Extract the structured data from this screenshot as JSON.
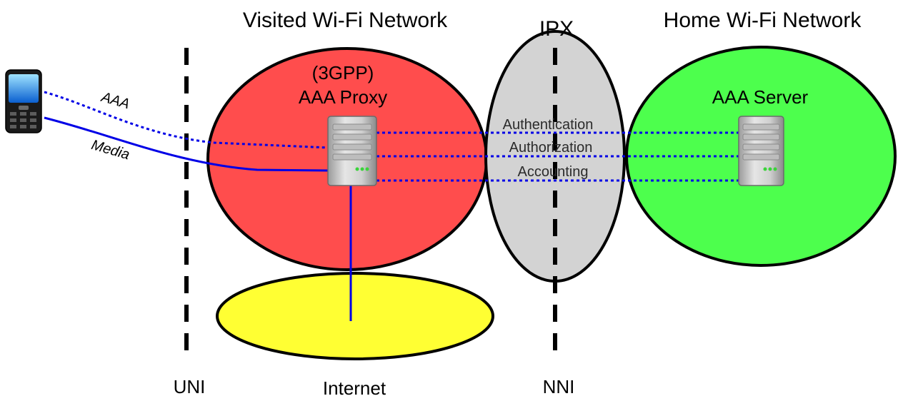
{
  "regions": {
    "visited_network": "Visited Wi-Fi Network",
    "ipx": "IPX",
    "home_network": "Home Wi-Fi Network",
    "internet": "Internet"
  },
  "nodes": {
    "aaa_proxy_line1": "(3GPP)",
    "aaa_proxy_line2": "AAA Proxy",
    "aaa_server": "AAA Server"
  },
  "interfaces": {
    "uni": "UNI",
    "nni": "NNI"
  },
  "links": {
    "aaa": "AAA",
    "media": "Media",
    "authentication": "Authentication",
    "authorization": "Authorization",
    "accounting": "Accounting"
  },
  "colors": {
    "visited_fill": "#ff4d4d",
    "ipx_fill": "#d3d3d3",
    "home_fill": "#4dff4d",
    "internet_fill": "#ffff33",
    "link_blue": "#0000e6"
  }
}
